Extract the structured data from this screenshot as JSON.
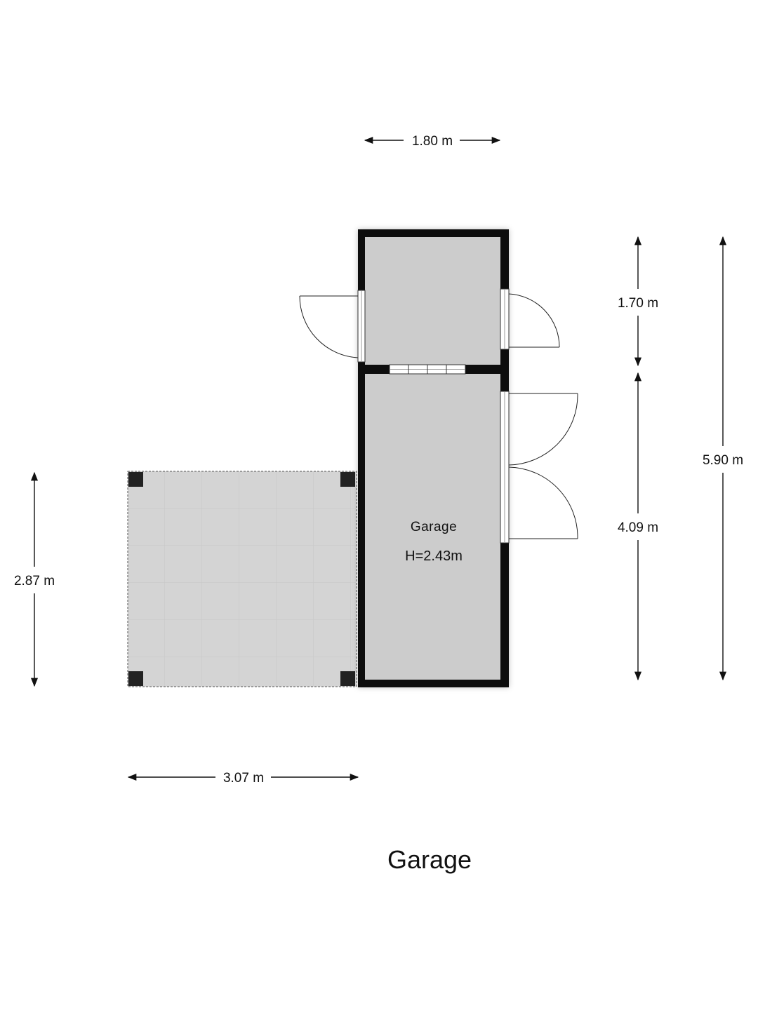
{
  "floor_title": "Garage",
  "rooms": {
    "garage": {
      "name": "Garage",
      "height": "H=2.43m"
    }
  },
  "dimensions": {
    "top_width": "1.80 m",
    "small_room_height": "1.70 m",
    "garage_height": "4.09 m",
    "total_height": "5.90 m",
    "terrace_height": "2.87 m",
    "terrace_width": "3.07 m"
  },
  "colors": {
    "wall": "#0a0a0a",
    "room_fill": "#cccccc",
    "terrace_fill": "#d4d4d4",
    "grid_line": "#c4c4c4",
    "text": "#111111"
  }
}
